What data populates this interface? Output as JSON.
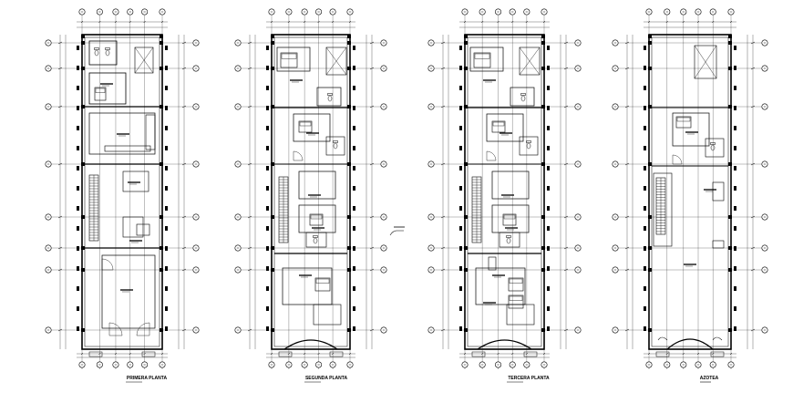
{
  "plans": [
    {
      "id": "primera",
      "title": "PRIMERA PLANTA",
      "room_labels": [
        "",
        "",
        "",
        ""
      ]
    },
    {
      "id": "segunda",
      "title": "SEGUNDA PLANTA",
      "room_labels": [
        "",
        "",
        "",
        "",
        ""
      ]
    },
    {
      "id": "tercera",
      "title": "TERCERA PLANTA",
      "room_labels": [
        "",
        "",
        "",
        "",
        ""
      ]
    },
    {
      "id": "azotea",
      "title": "AZOTEA",
      "room_labels": [
        "",
        ""
      ]
    }
  ],
  "colors": {
    "line": "#000000",
    "dim": "#333333",
    "background": "#ffffff"
  },
  "icons": [
    "grid-bubble-icon",
    "stair-icon",
    "door-swing-icon",
    "bed-icon",
    "wc-icon",
    "section-mark-icon"
  ]
}
